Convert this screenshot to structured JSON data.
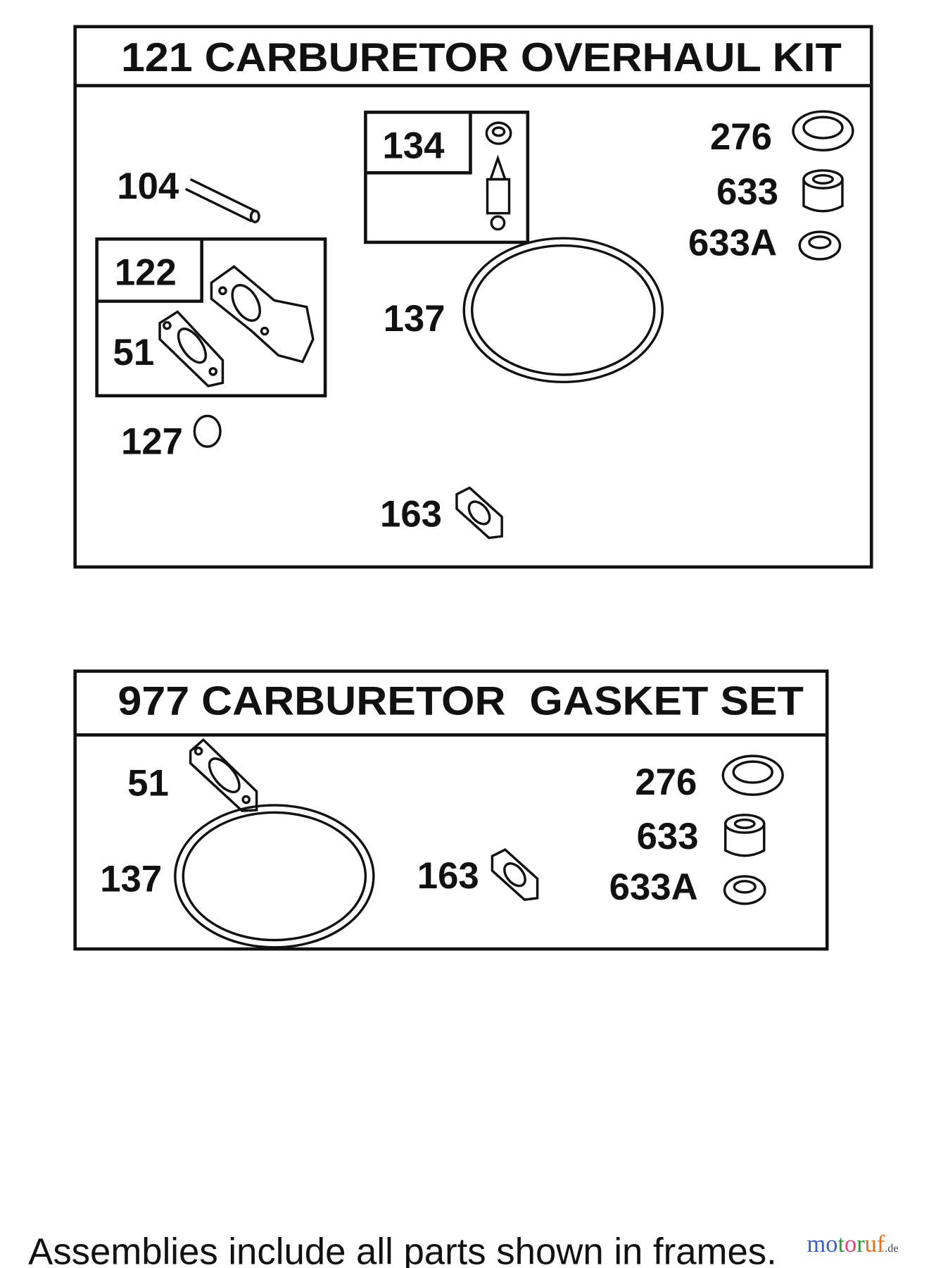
{
  "kits": [
    {
      "title": "121 CARBURETOR OVERHAUL KIT",
      "labels": {
        "p104": "104",
        "p122": "122",
        "p51": "51",
        "p127": "127",
        "p134": "134",
        "p137": "137",
        "p163": "163",
        "p276": "276",
        "p633": "633",
        "p633a": "633A"
      }
    },
    {
      "title": "977 CARBURETOR  GASKET SET",
      "labels": {
        "p51": "51",
        "p137": "137",
        "p163": "163",
        "p276": "276",
        "p633": "633",
        "p633a": "633A"
      }
    }
  ],
  "footer": "Assemblies include all parts shown in frames.",
  "watermark": {
    "text": "motoruf",
    "suffix": ".de",
    "colors": [
      "#3a5fc8",
      "#3a5fc8",
      "#2a9a3a",
      "#e0407a",
      "#2a9a3a",
      "#e07020",
      "#e07020",
      "#f0c020"
    ]
  }
}
